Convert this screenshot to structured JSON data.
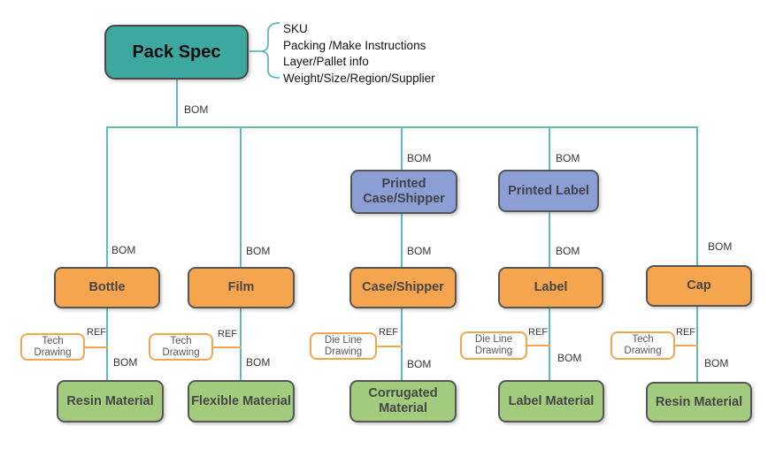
{
  "diagram": {
    "title_node": {
      "label": "Pack Spec"
    },
    "root_attributes": [
      "SKU",
      "Packing /Make Instructions",
      "Layer/Pallet info",
      "Weight/Size/Region/Supplier"
    ],
    "edge_labels": {
      "bom": "BOM",
      "ref": "REF"
    },
    "columns": [
      {
        "component": "Bottle",
        "drawing": "Tech Drawing",
        "material": "Resin Material"
      },
      {
        "component": "Film",
        "drawing": "Tech Drawing",
        "material": "Flexible Material"
      },
      {
        "intermediate": "Printed Case/Shipper",
        "component": "Case/Shipper",
        "drawing": "Die Line Drawing",
        "material": "Corrugated Material"
      },
      {
        "intermediate": "Printed Label",
        "component": "Label",
        "drawing": "Die Line Drawing",
        "material": "Label Material"
      },
      {
        "component": "Cap",
        "drawing": "Tech Drawing",
        "material": "Resin Material"
      }
    ],
    "colors": {
      "root_fill": "#3DA8A0",
      "component_fill": "#F5A54E",
      "intermediate_fill": "#8B9FD4",
      "material_fill": "#A2CB7E",
      "line_teal": "#5FBCB5",
      "line_orange": "#F5A54E",
      "box_border": "#565656"
    }
  }
}
